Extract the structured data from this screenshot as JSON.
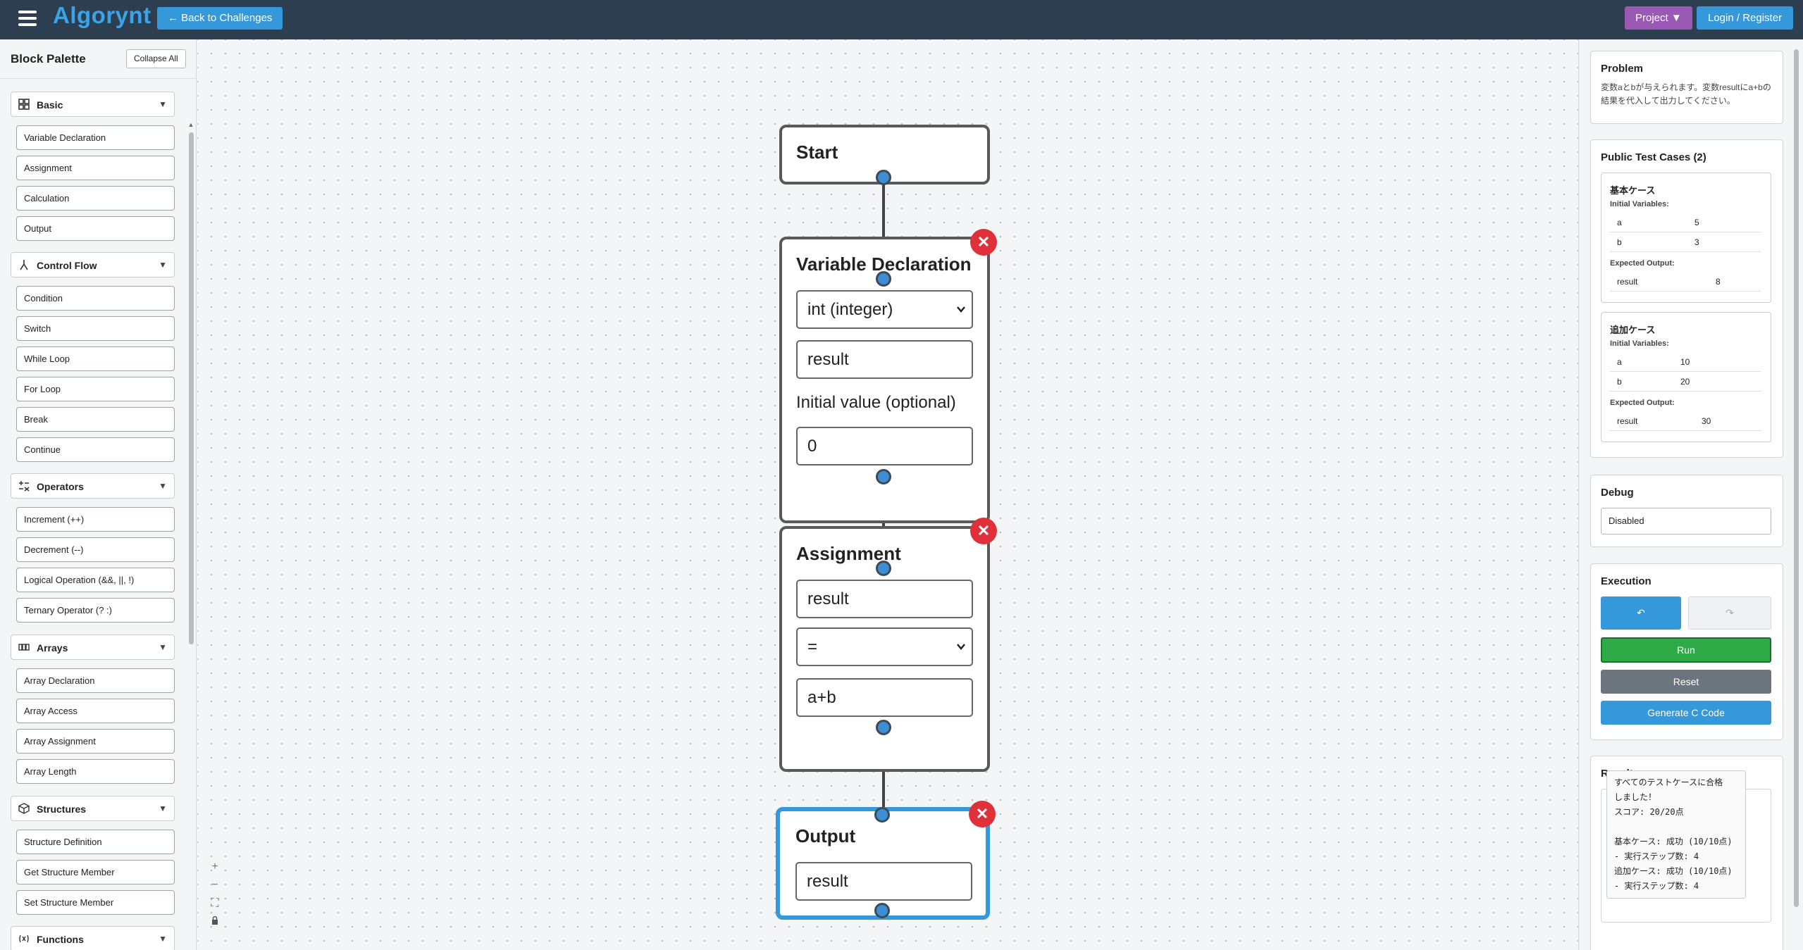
{
  "header": {
    "logo": "Algorynt",
    "back_label": "← Back to Challenges",
    "project_label": "Project ▼",
    "login_label": "Login / Register"
  },
  "palette": {
    "title": "Block Palette",
    "collapse_label": "Collapse All",
    "categories": [
      {
        "label": "Basic",
        "icon": "grid-icon",
        "items": [
          "Variable Declaration",
          "Assignment",
          "Calculation",
          "Output"
        ]
      },
      {
        "label": "Control Flow",
        "icon": "branch-icon",
        "items": [
          "Condition",
          "Switch",
          "While Loop",
          "For Loop",
          "Break",
          "Continue"
        ]
      },
      {
        "label": "Operators",
        "icon": "operators-icon",
        "items": [
          "Increment (++)",
          "Decrement (--)",
          "Logical Operation (&&, ||, !)",
          "Ternary Operator (? :)"
        ]
      },
      {
        "label": "Arrays",
        "icon": "array-icon",
        "items": [
          "Array Declaration",
          "Array Access",
          "Array Assignment",
          "Array Length"
        ]
      },
      {
        "label": "Structures",
        "icon": "cube-icon",
        "items": [
          "Structure Definition",
          "Get Structure Member",
          "Set Structure Member"
        ]
      },
      {
        "label": "Functions",
        "icon": "function-icon",
        "items": []
      }
    ]
  },
  "canvas": {
    "start": {
      "title": "Start"
    },
    "var_decl": {
      "title": "Variable Declaration",
      "type_value": "int (integer)",
      "name_value": "result",
      "init_label": "Initial value (optional)",
      "init_value": "0"
    },
    "assignment": {
      "title": "Assignment",
      "target_value": "result",
      "operator_value": "=",
      "expr_value": "a+b"
    },
    "output": {
      "title": "Output",
      "value": "result"
    }
  },
  "right": {
    "problem": {
      "title": "Problem",
      "text": "変数aとbが与えられます。変数resultにa+bの結果を代入して出力してください。"
    },
    "tests": {
      "title": "Public Test Cases (2)",
      "initial_label": "Initial Variables:",
      "expected_label": "Expected Output:",
      "cases": [
        {
          "name": "基本ケース",
          "vars": [
            [
              "a",
              "5"
            ],
            [
              "b",
              "3"
            ]
          ],
          "output": [
            [
              "result",
              "8"
            ]
          ]
        },
        {
          "name": "追加ケース",
          "vars": [
            [
              "a",
              "10"
            ],
            [
              "b",
              "20"
            ]
          ],
          "output": [
            [
              "result",
              "30"
            ]
          ]
        }
      ]
    },
    "debug": {
      "title": "Debug",
      "value": "Disabled"
    },
    "execution": {
      "title": "Execution",
      "undo": "↶",
      "redo": "↷",
      "run": "Run",
      "reset": "Reset",
      "generate": "Generate C Code"
    },
    "result": {
      "title": "Result",
      "text": "すべてのテストケースに合格\nしました！\nスコア: 20/20点\n\n基本ケース: 成功 (10/10点)\n- 実行ステップ数: 4\n追加ケース: 成功 (10/10点)\n- 実行ステップ数: 4"
    }
  }
}
